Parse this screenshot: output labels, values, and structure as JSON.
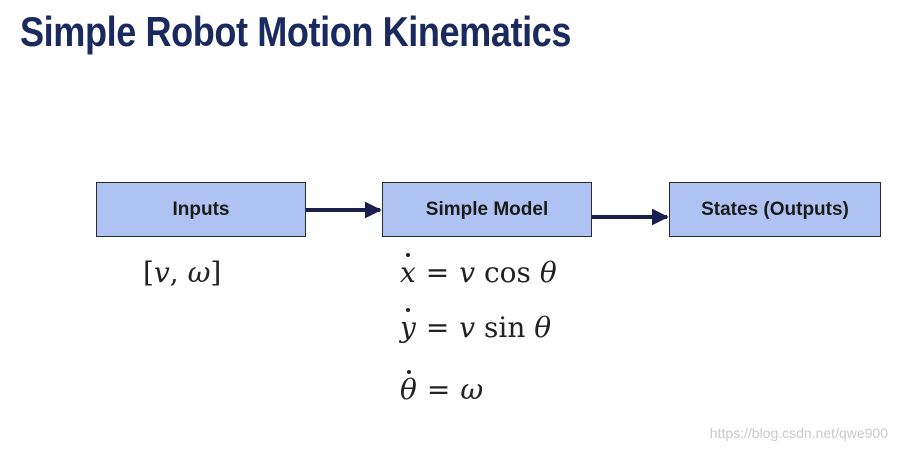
{
  "slide": {
    "title": "Simple Robot Motion Kinematics"
  },
  "diagram": {
    "boxes": {
      "inputs": "Inputs",
      "model": "Simple Model",
      "states": "States (Outputs)"
    },
    "input_vector": {
      "open": "[",
      "v": "v",
      "comma": ",",
      "omega": "ω",
      "close": "]"
    },
    "equations": {
      "x_dot": {
        "lhs": "x",
        "eq": "=",
        "v": "v",
        "fn": "cos",
        "arg": "θ"
      },
      "y_dot": {
        "lhs": "y",
        "eq": "=",
        "v": "v",
        "fn": "sin",
        "arg": "θ"
      },
      "theta_dot": {
        "lhs": "θ",
        "eq": "=",
        "rhs": "ω"
      }
    },
    "colors": {
      "box_fill": "#aec3f2",
      "arrow": "#1a1f4d",
      "title": "#1a2a5e"
    }
  },
  "watermark": "https://blog.csdn.net/qwe900"
}
